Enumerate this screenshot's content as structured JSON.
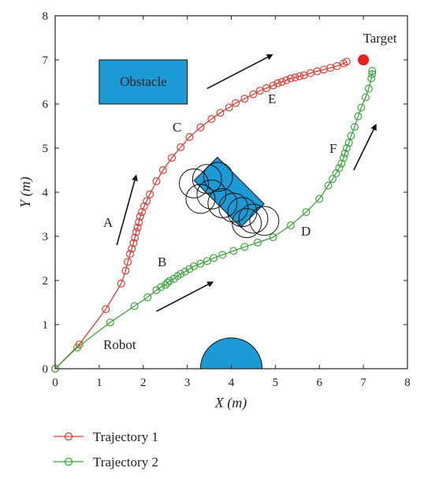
{
  "chart_data": {
    "type": "scatter",
    "title": "",
    "xlabel": "X (m)",
    "ylabel": "Y (m)",
    "xlim": [
      0,
      8
    ],
    "ylim": [
      0,
      8
    ],
    "xticks": [
      "0",
      "1",
      "2",
      "3",
      "4",
      "5",
      "6",
      "7",
      "8"
    ],
    "yticks": [
      "0",
      "1",
      "2",
      "3",
      "4",
      "5",
      "6",
      "7",
      "8"
    ],
    "grid": false,
    "legend_position": "bottom-left",
    "series": [
      {
        "name": "Trajectory 1",
        "color": "#e03c31",
        "marker": "open-circle",
        "points": [
          [
            0,
            0
          ],
          [
            0.55,
            0.55
          ],
          [
            1.15,
            1.35
          ],
          [
            1.5,
            1.93
          ],
          [
            1.6,
            2.22
          ],
          [
            1.65,
            2.42
          ],
          [
            1.7,
            2.6
          ],
          [
            1.74,
            2.72
          ],
          [
            1.78,
            2.85
          ],
          [
            1.81,
            2.97
          ],
          [
            1.84,
            3.1
          ],
          [
            1.87,
            3.2
          ],
          [
            1.9,
            3.32
          ],
          [
            1.93,
            3.45
          ],
          [
            1.97,
            3.55
          ],
          [
            2.02,
            3.68
          ],
          [
            2.08,
            3.8
          ],
          [
            2.15,
            3.95
          ],
          [
            2.3,
            4.25
          ],
          [
            2.45,
            4.5
          ],
          [
            2.65,
            4.78
          ],
          [
            2.85,
            5.02
          ],
          [
            3.05,
            5.25
          ],
          [
            3.3,
            5.47
          ],
          [
            3.55,
            5.66
          ],
          [
            3.75,
            5.8
          ],
          [
            3.95,
            5.92
          ],
          [
            4.1,
            6.02
          ],
          [
            4.3,
            6.12
          ],
          [
            4.5,
            6.22
          ],
          [
            4.65,
            6.3
          ],
          [
            4.8,
            6.36
          ],
          [
            4.95,
            6.42
          ],
          [
            5.05,
            6.47
          ],
          [
            5.15,
            6.5
          ],
          [
            5.25,
            6.54
          ],
          [
            5.35,
            6.58
          ],
          [
            5.45,
            6.6
          ],
          [
            5.55,
            6.63
          ],
          [
            5.65,
            6.65
          ],
          [
            5.8,
            6.7
          ],
          [
            5.95,
            6.74
          ],
          [
            6.1,
            6.78
          ],
          [
            6.25,
            6.82
          ],
          [
            6.4,
            6.86
          ],
          [
            6.55,
            6.92
          ],
          [
            6.62,
            6.96
          ]
        ]
      },
      {
        "name": "Trajectory 2",
        "color": "#3aa63a",
        "marker": "open-circle",
        "points": [
          [
            0,
            0
          ],
          [
            0.5,
            0.48
          ],
          [
            1.25,
            1.05
          ],
          [
            1.8,
            1.42
          ],
          [
            2.1,
            1.62
          ],
          [
            2.3,
            1.78
          ],
          [
            2.4,
            1.85
          ],
          [
            2.5,
            1.9
          ],
          [
            2.55,
            1.95
          ],
          [
            2.6,
            1.99
          ],
          [
            2.7,
            2.04
          ],
          [
            2.78,
            2.1
          ],
          [
            2.85,
            2.15
          ],
          [
            2.95,
            2.2
          ],
          [
            3.05,
            2.26
          ],
          [
            3.15,
            2.32
          ],
          [
            3.3,
            2.38
          ],
          [
            3.45,
            2.44
          ],
          [
            3.6,
            2.51
          ],
          [
            3.8,
            2.58
          ],
          [
            4.05,
            2.67
          ],
          [
            4.3,
            2.76
          ],
          [
            4.6,
            2.86
          ],
          [
            4.95,
            2.98
          ],
          [
            5.35,
            3.25
          ],
          [
            5.7,
            3.55
          ],
          [
            6.0,
            3.85
          ],
          [
            6.2,
            4.15
          ],
          [
            6.3,
            4.3
          ],
          [
            6.38,
            4.43
          ],
          [
            6.45,
            4.55
          ],
          [
            6.5,
            4.65
          ],
          [
            6.55,
            4.78
          ],
          [
            6.58,
            4.88
          ],
          [
            6.62,
            5.0
          ],
          [
            6.67,
            5.12
          ],
          [
            6.72,
            5.28
          ],
          [
            6.8,
            5.48
          ],
          [
            6.88,
            5.72
          ],
          [
            6.95,
            5.92
          ],
          [
            7.05,
            6.15
          ],
          [
            7.12,
            6.35
          ],
          [
            7.18,
            6.58
          ],
          [
            7.2,
            6.68
          ],
          [
            7.2,
            6.75
          ]
        ]
      }
    ],
    "target": {
      "label": "Target",
      "x": 7.0,
      "y": 7.0,
      "color": "#e8201e"
    },
    "start": {
      "label": "Robot",
      "x": 0,
      "y": 0
    },
    "obstacles": [
      {
        "label": "Obstacle",
        "shape": "rect",
        "x0": 1.0,
        "x1": 3.0,
        "y0": 6.0,
        "y1": 7.0,
        "color": "#1c9ad6"
      },
      {
        "label": "",
        "shape": "rotated-rect",
        "cx": 3.95,
        "cy": 4.0,
        "width": 0.75,
        "length": 1.5,
        "angle_deg": -45,
        "color": "#1c9ad6"
      },
      {
        "label": "",
        "shape": "half-disk",
        "cx": 4.0,
        "cy": 0.0,
        "radius": 0.7,
        "color": "#1c9ad6"
      }
    ],
    "circle_outlines": [
      [
        3.15,
        4.2
      ],
      [
        3.45,
        4.3
      ],
      [
        3.7,
        4.35
      ],
      [
        3.55,
        3.95
      ],
      [
        3.3,
        3.85
      ],
      [
        3.8,
        3.75
      ],
      [
        4.05,
        3.65
      ],
      [
        4.25,
        3.55
      ],
      [
        4.5,
        3.4
      ],
      [
        4.75,
        3.35
      ],
      [
        4.35,
        3.3
      ]
    ],
    "annotations": [
      "A",
      "B",
      "C",
      "D",
      "E",
      "F"
    ],
    "arrows": [
      {
        "from": [
          1.4,
          2.8
        ],
        "to": [
          1.83,
          4.35
        ]
      },
      {
        "from": [
          2.3,
          1.3
        ],
        "to": [
          3.55,
          1.95
        ]
      },
      {
        "from": [
          3.45,
          6.35
        ],
        "to": [
          4.9,
          7.1
        ]
      },
      {
        "from": [
          6.78,
          4.5
        ],
        "to": [
          7.27,
          5.5
        ]
      }
    ]
  }
}
